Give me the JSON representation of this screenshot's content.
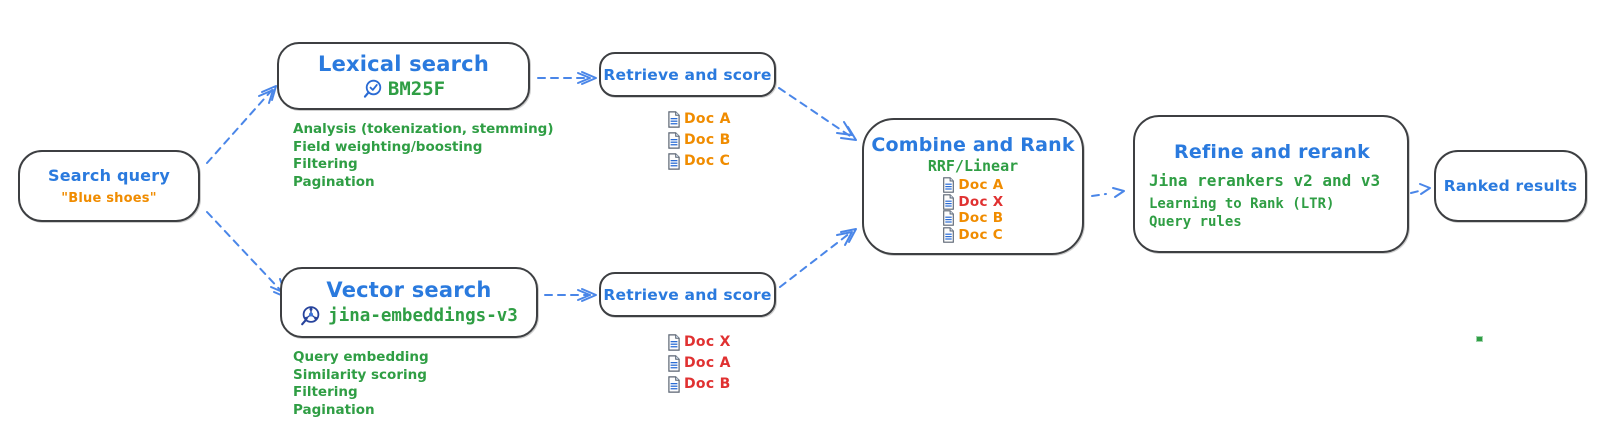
{
  "diagram": {
    "search_query": {
      "title": "Search query",
      "value": "\"Blue shoes\""
    },
    "lexical": {
      "title": "Lexical search",
      "model": "BM25F",
      "features": [
        "Analysis (tokenization, stemming)",
        "Field weighting/boosting",
        "Filtering",
        "Pagination"
      ],
      "retrieve_label": "Retrieve and score",
      "docs": [
        {
          "label": "Doc A",
          "color": "orange"
        },
        {
          "label": "Doc B",
          "color": "orange"
        },
        {
          "label": "Doc C",
          "color": "orange"
        }
      ]
    },
    "vector": {
      "title": "Vector search",
      "model": "jina-embeddings-v3",
      "features": [
        "Query embedding",
        "Similarity scoring",
        "Filtering",
        "Pagination"
      ],
      "retrieve_label": "Retrieve and score",
      "docs": [
        {
          "label": "Doc X",
          "color": "red"
        },
        {
          "label": "Doc A",
          "color": "red"
        },
        {
          "label": "Doc B",
          "color": "red"
        }
      ]
    },
    "combine": {
      "title": "Combine and Rank",
      "method": "RRF/Linear",
      "docs": [
        {
          "label": "Doc A",
          "color": "orange"
        },
        {
          "label": "Doc X",
          "color": "red"
        },
        {
          "label": "Doc B",
          "color": "orange"
        },
        {
          "label": "Doc C",
          "color": "orange"
        }
      ]
    },
    "refine": {
      "title": "Refine and rerank",
      "items": [
        "Jina rerankers v2 and v3",
        "Learning to Rank (LTR)",
        "Query rules"
      ]
    },
    "ranked": {
      "title": "Ranked results"
    }
  },
  "colors": {
    "title_blue": "#2a7ade",
    "green": "#2f9e44",
    "orange": "#f08c00",
    "red": "#e03131",
    "arrow_blue": "#4a86e8",
    "box_border": "#3d3f42"
  },
  "icons": {
    "lexical_icon": "search-check-icon",
    "vector_icon": "vector-search-icon",
    "doc_icon": "document-icon"
  }
}
